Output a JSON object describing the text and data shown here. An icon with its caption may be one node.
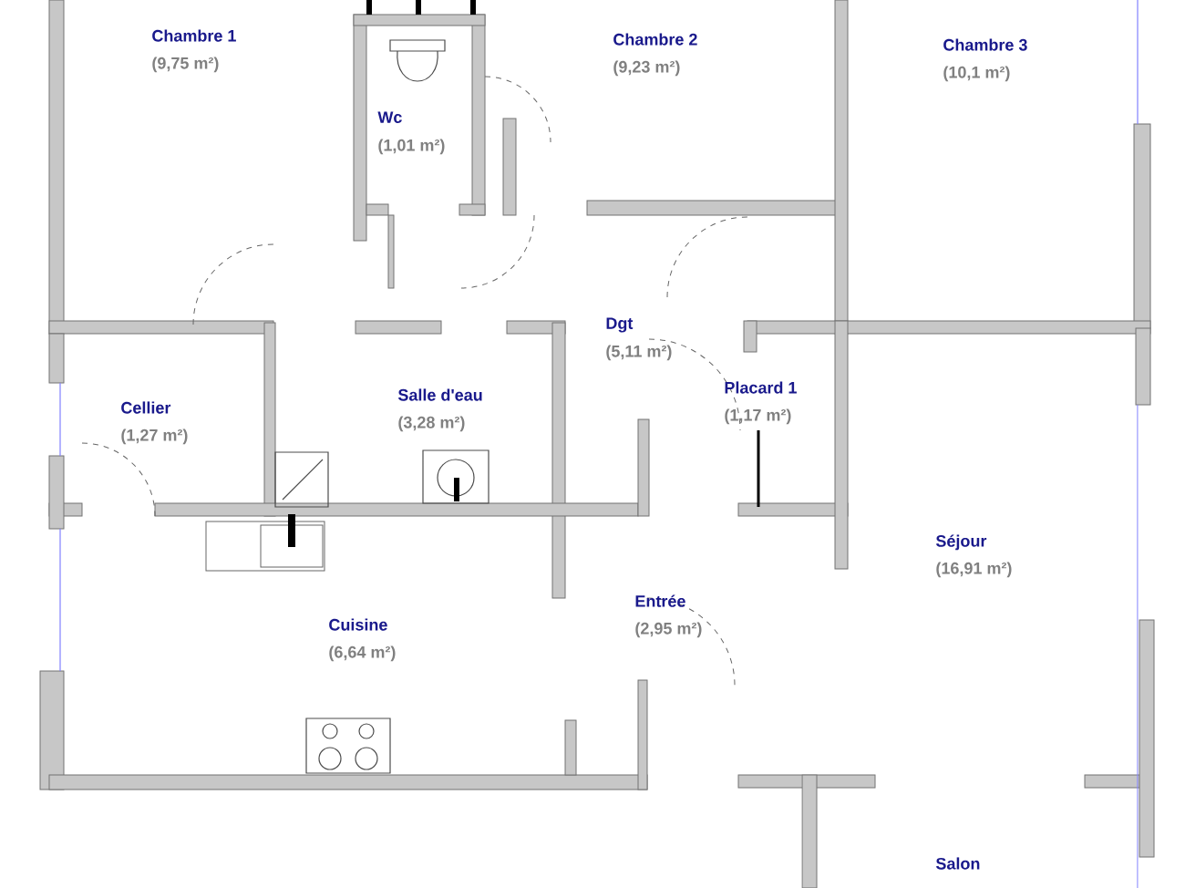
{
  "diagram": {
    "labels": [
      "Chambre 1",
      "(9,75 m²)",
      "Chambre 2",
      "(9,23 m²)",
      "Chambre 3",
      "(10,1 m²)",
      "Wc",
      "(1,01 m²)",
      "Dgt",
      "(5,11 m²)",
      "Salle d'eau",
      "(3,28 m²)",
      "Cellier",
      "(1,27 m²)",
      "Placard 1",
      "(1,17 m²)",
      "Séjour",
      "(16,91 m²)",
      "Entrée",
      "(2,95 m²)",
      "Cuisine",
      "(6,64 m²)",
      "Salon"
    ]
  }
}
